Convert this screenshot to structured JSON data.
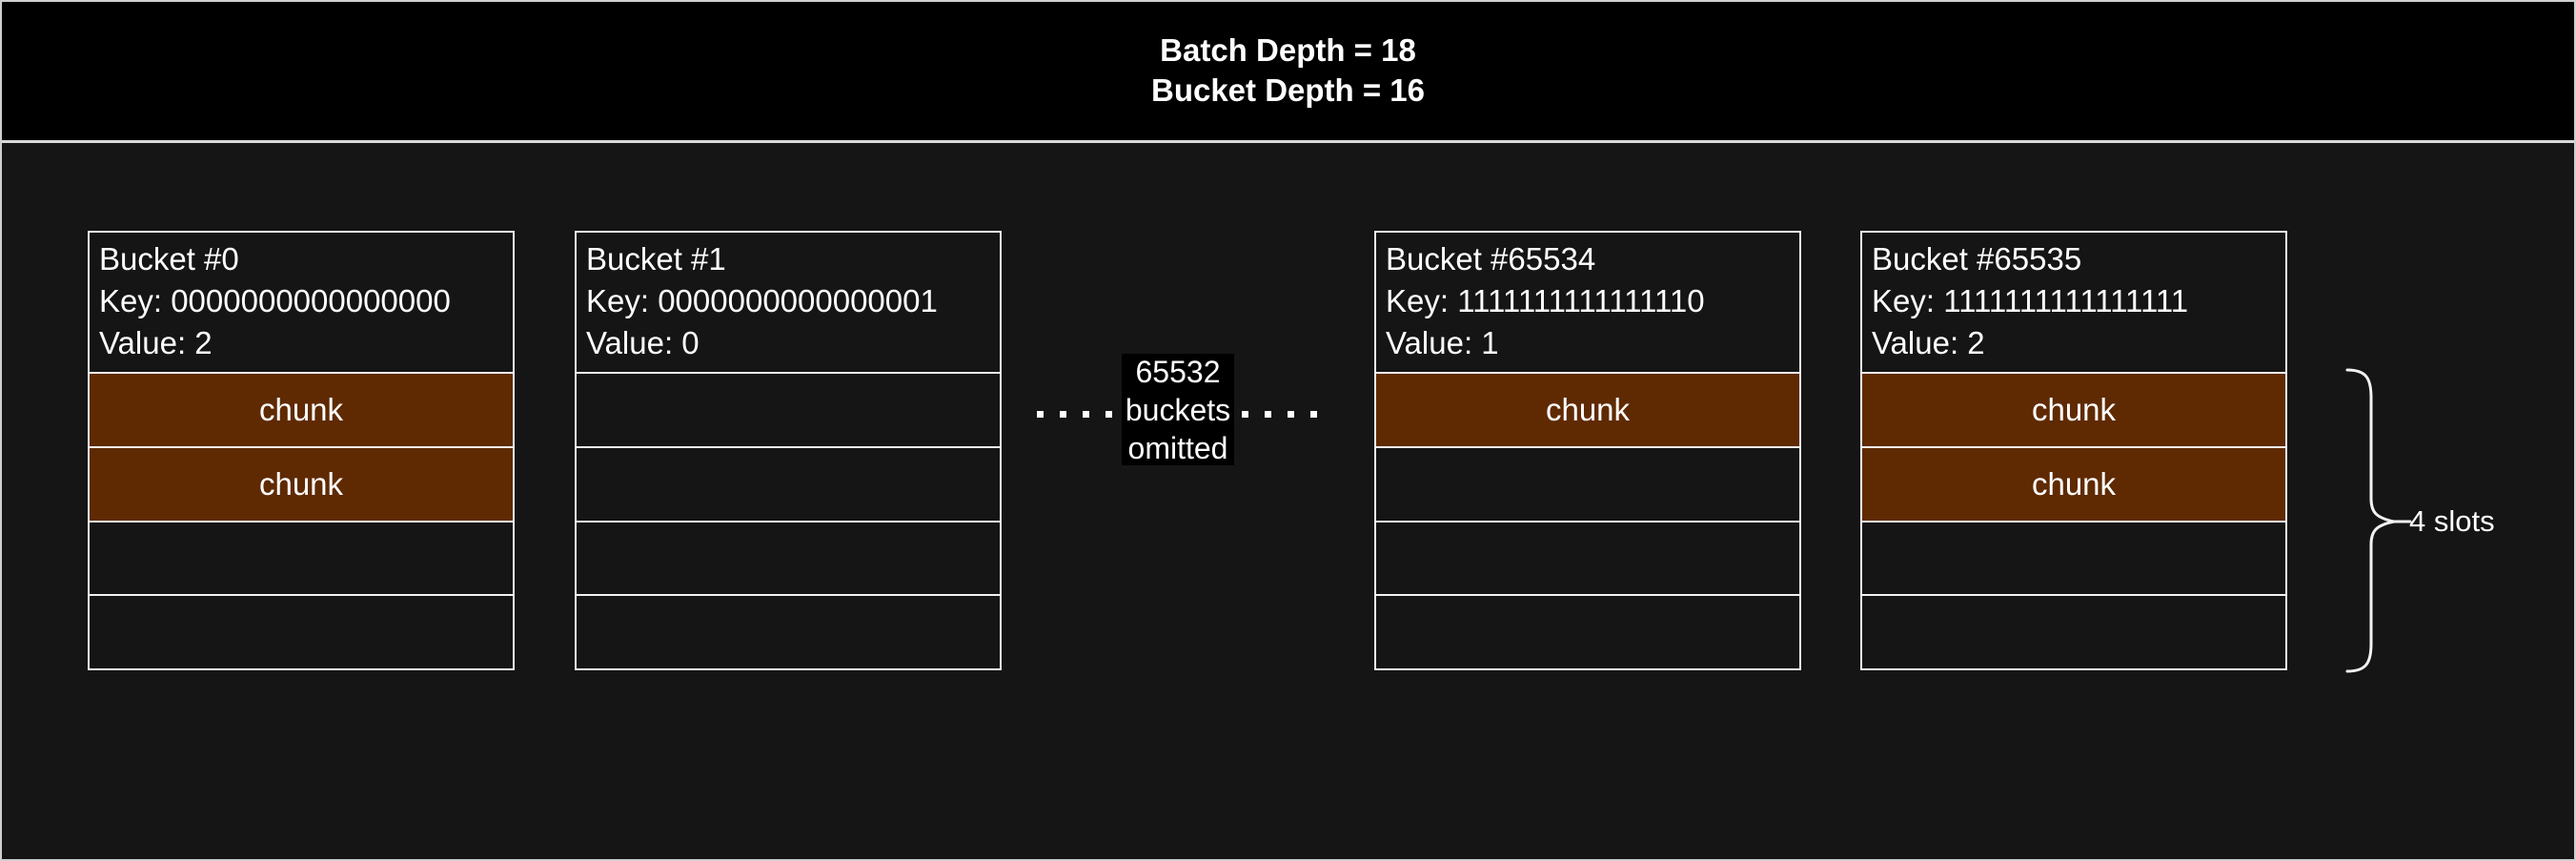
{
  "header": {
    "line1": "Batch Depth = 18",
    "line2": "Bucket Depth = 16"
  },
  "buckets": [
    {
      "title": "Bucket #0",
      "key": "Key: 0000000000000000",
      "value": "Value: 2",
      "slots": [
        "chunk",
        "chunk",
        "",
        ""
      ]
    },
    {
      "title": "Bucket #1",
      "key": "Key: 0000000000000001",
      "value": "Value: 0",
      "slots": [
        "",
        "",
        "",
        ""
      ]
    },
    {
      "title": "Bucket #65534",
      "key": "Key: 1111111111111110",
      "value": "Value: 1",
      "slots": [
        "chunk",
        "",
        "",
        ""
      ]
    },
    {
      "title": "Bucket #65535",
      "key": "Key: 1111111111111111",
      "value": "Value: 2",
      "slots": [
        "chunk",
        "chunk",
        "",
        ""
      ]
    }
  ],
  "omitted": {
    "lines": [
      "65532",
      "buckets",
      "omitted"
    ]
  },
  "slots_annotation": "4 slots",
  "colors": {
    "background": "#151515",
    "banner": "#000000",
    "chunk": "#5f2a02",
    "line": "#f2f2f2"
  }
}
